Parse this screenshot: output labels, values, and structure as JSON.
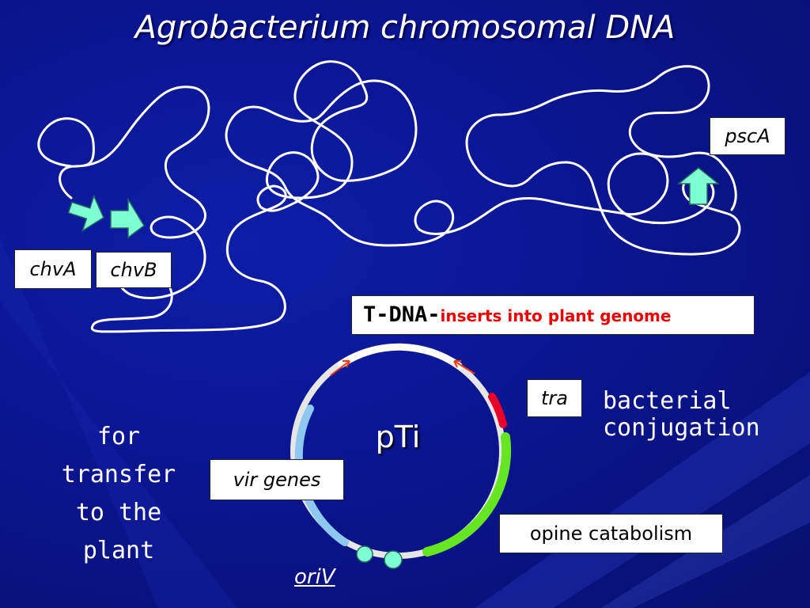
{
  "title": "Agrobacterium chromosomal DNA",
  "labels": {
    "chvA": "chvA",
    "chvB": "chvB",
    "pscA": "pscA",
    "tdna_main": "T-DNA-",
    "tdna_sub": "inserts into plant genome",
    "plasmid": "pTi",
    "tra": "tra",
    "bacterial_conjugation_1": "bacterial",
    "bacterial_conjugation_2": "conjugation",
    "vir_genes": "vir genes",
    "opine": "opine catabolism",
    "oriV": "oriV",
    "transfer_1": "for",
    "transfer_2": "transfer",
    "transfer_3": "to the",
    "transfer_4": "plant"
  },
  "colors": {
    "vir_segment": "#8ec8f0",
    "opine_segment": "#66e622",
    "tra_segment": "#e8002a",
    "gene_arrows": "#7fffd4",
    "tdna_label": "#ee0000"
  }
}
